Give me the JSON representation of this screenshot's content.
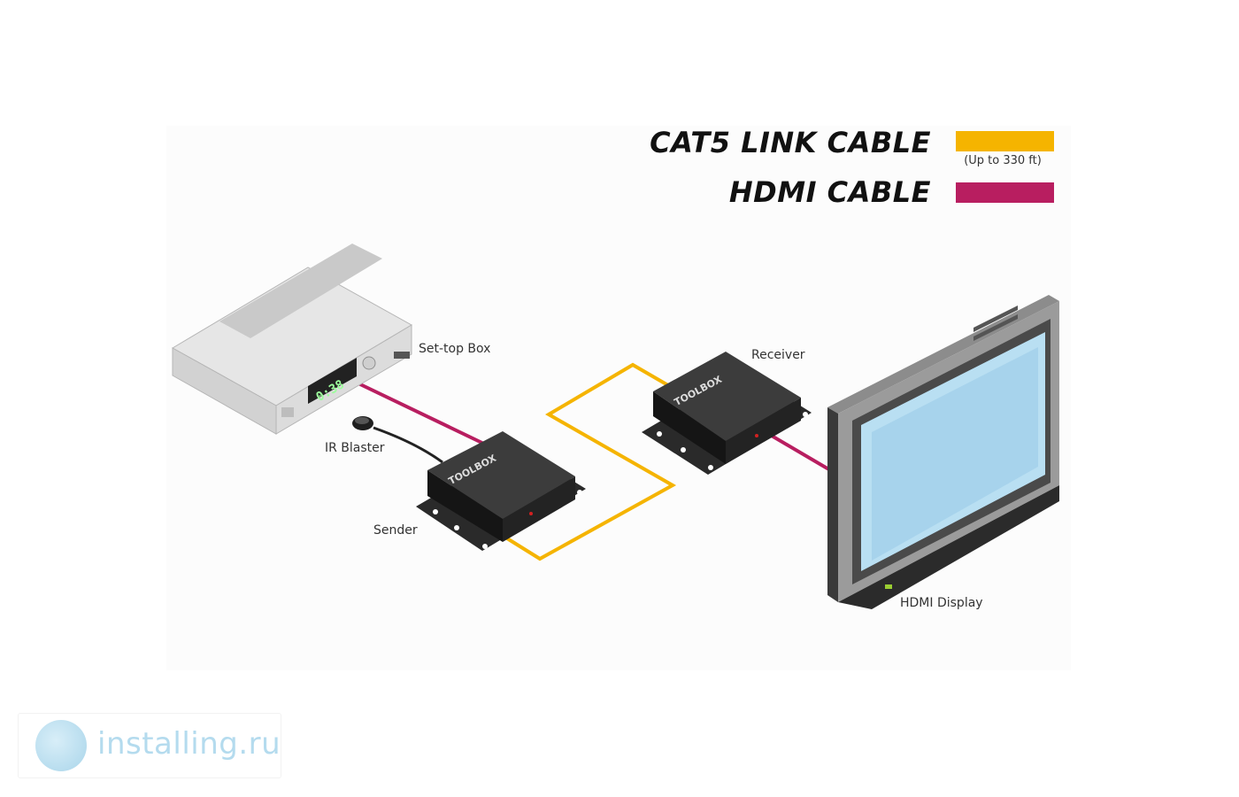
{
  "legend": {
    "cat5_title": "CAT5 LINK CABLE",
    "cat5_note": "(Up to 330 ft)",
    "cat5_color": "#f5b400",
    "hdmi_title": "HDMI CABLE",
    "hdmi_color": "#b81e60"
  },
  "devices": {
    "set_top_box": "Set-top Box",
    "ir_blaster": "IR Blaster",
    "sender": "Sender",
    "receiver": "Receiver",
    "hdmi_display": "HDMI Display"
  },
  "device_text": {
    "brand": "TOOLBOX",
    "lcd": "0:38"
  },
  "icons": [
    "set-top-box-icon",
    "sender-box-icon",
    "receiver-box-icon",
    "ir-blaster-icon",
    "hdmi-display-icon"
  ],
  "watermark": {
    "text": "installing.ru"
  }
}
